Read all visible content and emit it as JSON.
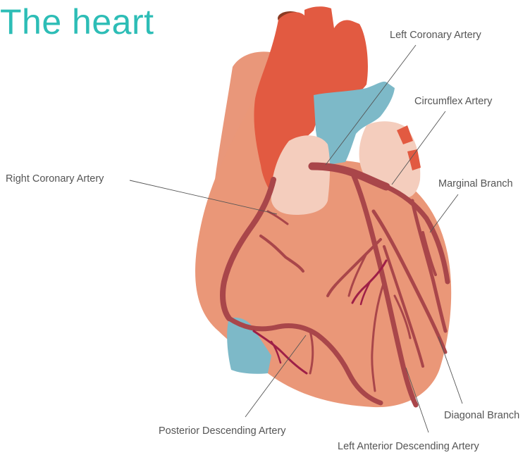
{
  "title": "The heart",
  "labels": {
    "left_coronary_artery": "Left Coronary Artery",
    "circumflex_artery": "Circumflex Artery",
    "right_coronary_artery": "Right Coronary Artery",
    "marginal_branch": "Marginal Branch",
    "diagonal_branch": "Diagonal Branch",
    "posterior_descending_artery": "Posterior Descending Artery",
    "left_anterior_descending_artery": "Left Anterior Descending Artery"
  },
  "colors": {
    "title": "#2dbdb6",
    "heart_back": "#e9977a",
    "heart_front": "#ea9778",
    "aorta": "#e25a41",
    "pulmonary": "#7db9c8",
    "atrium": "#f4cdbd",
    "artery": "#a9464a",
    "vein": "#9e1f47",
    "label_text": "#555555"
  }
}
